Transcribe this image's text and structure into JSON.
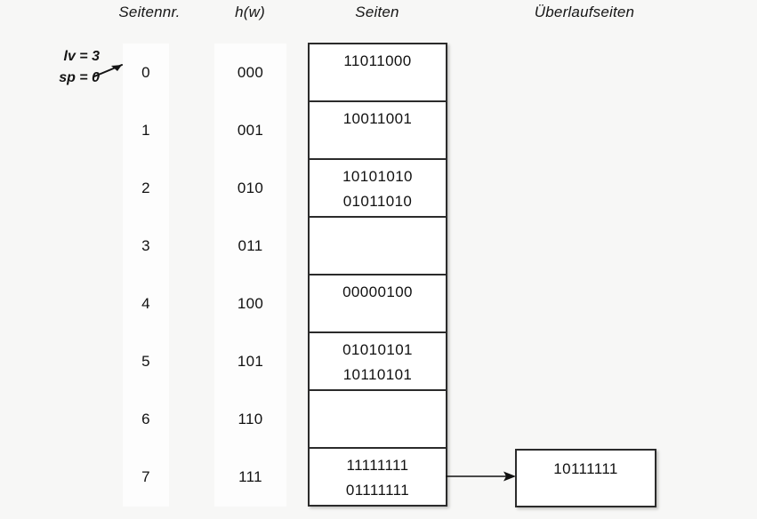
{
  "headers": {
    "seitennr": "Seitennr.",
    "hw": "h(w)",
    "seiten": "Seiten",
    "ueberlaufseiten": "Überlaufseiten"
  },
  "annotation": {
    "lv": "lv = 3",
    "sp": "sp = 0",
    "arrow_icon": "arrow-pointer-icon"
  },
  "colors": {
    "background": "#f7f7f6",
    "strip": "#fdfdfd",
    "box_border": "#2b2b2b",
    "box_fill": "#ffffff",
    "text": "#111111"
  },
  "chart_data": {
    "type": "table",
    "title": "Erweiterbares Hashing / lineare Hashtabelle",
    "xlabel": "",
    "ylabel": "",
    "columns": [
      "Seitennr.",
      "h(w)",
      "Seiten",
      "Überlaufseiten"
    ],
    "level": 3,
    "split_pointer": 0,
    "rows": [
      {
        "seitennr": "0",
        "hw": "000",
        "records": [
          "11011000"
        ],
        "overflow": []
      },
      {
        "seitennr": "1",
        "hw": "001",
        "records": [
          "10011001"
        ],
        "overflow": []
      },
      {
        "seitennr": "2",
        "hw": "010",
        "records": [
          "10101010",
          "01011010"
        ],
        "overflow": []
      },
      {
        "seitennr": "3",
        "hw": "011",
        "records": [],
        "overflow": []
      },
      {
        "seitennr": "4",
        "hw": "100",
        "records": [
          "00000100"
        ],
        "overflow": []
      },
      {
        "seitennr": "5",
        "hw": "101",
        "records": [
          "01010101",
          "10110101"
        ],
        "overflow": []
      },
      {
        "seitennr": "6",
        "hw": "110",
        "records": [],
        "overflow": []
      },
      {
        "seitennr": "7",
        "hw": "111",
        "records": [
          "11111111",
          "01111111"
        ],
        "overflow": [
          "10111111"
        ]
      }
    ]
  },
  "seitennr_values": [
    "0",
    "1",
    "2",
    "3",
    "4",
    "5",
    "6",
    "7"
  ],
  "hw_values": [
    "000",
    "001",
    "010",
    "011",
    "100",
    "101",
    "110",
    "111"
  ],
  "pages": [
    {
      "line1": "11011000",
      "line2": ""
    },
    {
      "line1": "10011001",
      "line2": ""
    },
    {
      "line1": "10101010",
      "line2": "01011010"
    },
    {
      "line1": "",
      "line2": ""
    },
    {
      "line1": "00000100",
      "line2": ""
    },
    {
      "line1": "01010101",
      "line2": "10110101"
    },
    {
      "line1": "",
      "line2": ""
    },
    {
      "line1": "11111111",
      "line2": "01111111"
    }
  ],
  "overflow": {
    "record": "10111111",
    "arrow_icon": "arrow-right-icon",
    "source_row": "7"
  }
}
